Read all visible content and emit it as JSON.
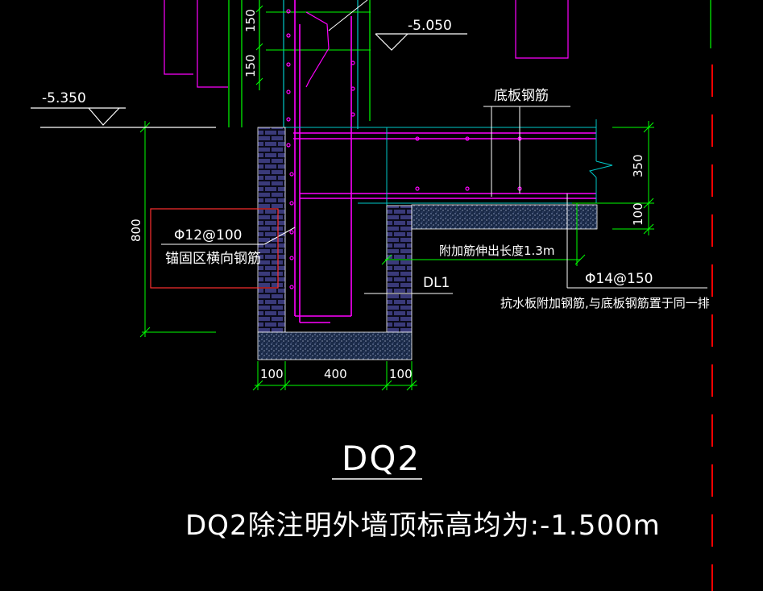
{
  "drawing": {
    "elevations": {
      "left": "-5.350",
      "right": "-5.050"
    },
    "dimensions": {
      "wall_150_a": "150",
      "wall_150_b": "150",
      "height_800": "800",
      "slab_350": "350",
      "cushion_100": "100",
      "bottom_left_100": "100",
      "bottom_400": "400",
      "bottom_right_100": "100"
    },
    "annotations": {
      "slab_rebar": "底板钢筋",
      "anchor_spec": "Φ12@100",
      "anchor_desc": "锚固区横向钢筋",
      "extend_length": "附加筋伸出长度1.3m",
      "beam_tag": "DL1",
      "add_rebar_spec": "Φ14@150",
      "add_rebar_desc": "抗水板附加钢筋,与底板钢筋置于同一排"
    },
    "title": "DQ2",
    "subtitle": "DQ2除注明外墙顶标高均为:-1.500m"
  },
  "colors": {
    "background": "#000000",
    "dimension": "#00ff00",
    "rebar": "#ff00ff",
    "concrete": "#00c8c8",
    "text": "#ffffff",
    "highlight": "#ff3030",
    "grid_red": "#ff0000"
  }
}
